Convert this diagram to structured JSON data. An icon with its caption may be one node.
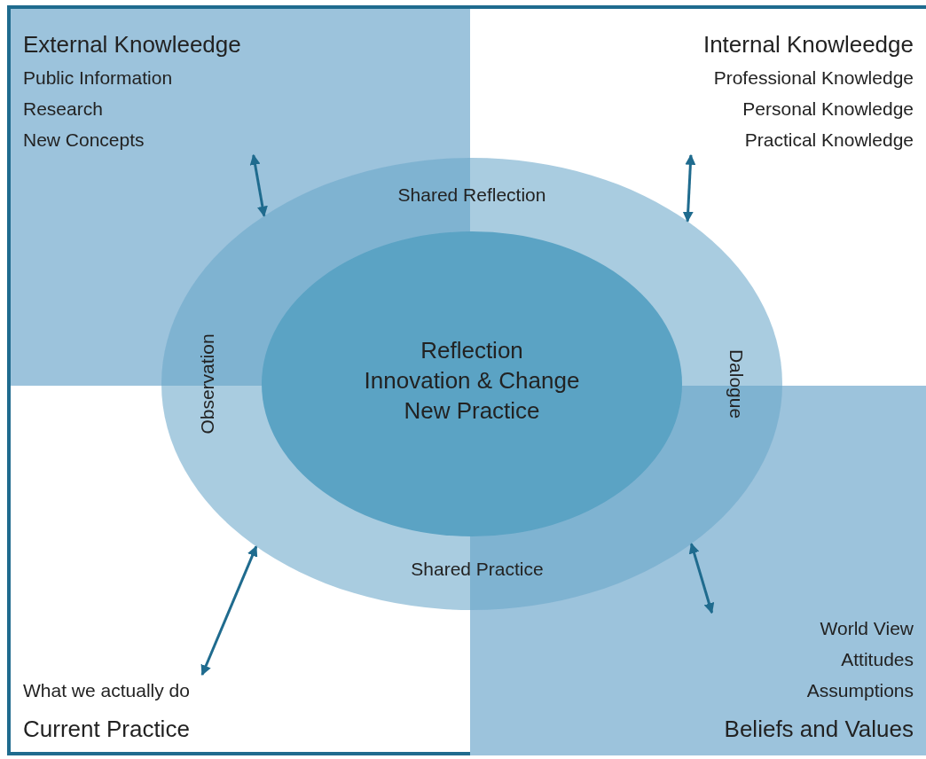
{
  "diagram": {
    "nodes": [
      {
        "text": [
          "External Knowleedge",
          "Public Information",
          "Research",
          "New Concepts"
        ]
      },
      {
        "text": [
          "Internal Knowleedge",
          "Professional Knowledge",
          "Personal Knowledge",
          "Practical Knowledge"
        ]
      },
      {
        "text": [
          "What we actually do",
          "Current Practice"
        ]
      },
      {
        "text": [
          "World View",
          "Attitudes",
          "Assumptions",
          "Beliefs and Values"
        ]
      },
      {
        "text": [
          "Shared Reflection",
          "Dalogue",
          "Shared Practice",
          "Observation"
        ]
      },
      {
        "text": [
          "Reflection",
          "Innovation & Change",
          "New Practice"
        ],
        "in": 4
      }
    ],
    "edges": [
      {
        "from": 0,
        "to": 4,
        "arrow": "both"
      },
      {
        "from": 1,
        "to": 4,
        "arrow": "both"
      },
      {
        "from": 2,
        "to": 4,
        "arrow": "both"
      },
      {
        "from": 3,
        "to": 4,
        "arrow": "both"
      }
    ]
  }
}
